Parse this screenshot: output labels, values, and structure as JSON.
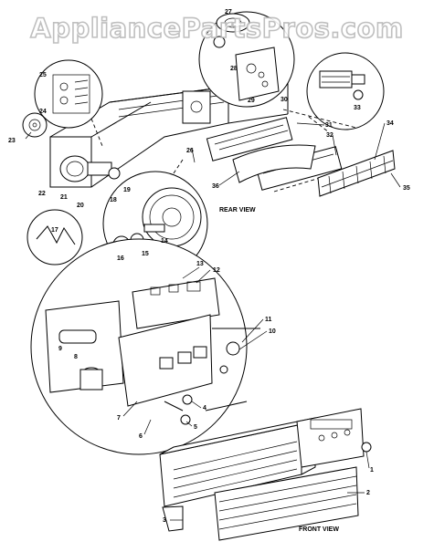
{
  "watermark": "AppliancePartsPros.com",
  "views": {
    "rear": "REAR VIEW",
    "front": "FRONT VIEW"
  },
  "callouts": [
    "1",
    "2",
    "3",
    "4",
    "5",
    "6",
    "7",
    "8",
    "9",
    "10",
    "11",
    "12",
    "13",
    "14",
    "15",
    "16",
    "17",
    "18",
    "19",
    "20",
    "21",
    "22",
    "23",
    "24",
    "25",
    "26",
    "27",
    "28",
    "29",
    "30",
    "31",
    "32",
    "33",
    "34",
    "35",
    "36"
  ]
}
